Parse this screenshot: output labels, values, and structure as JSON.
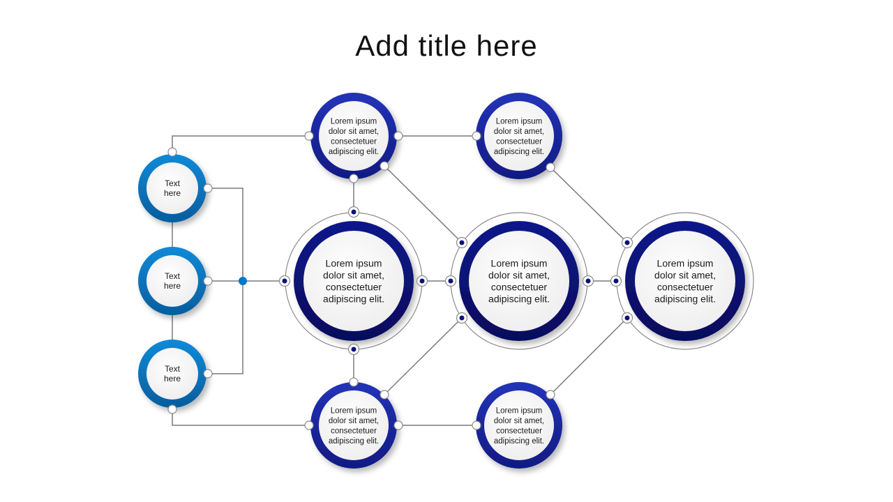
{
  "slide": {
    "title": "Add title here"
  },
  "colors": {
    "left_ring": "#0077c8",
    "mid_ring": "#1c2aa8",
    "big_ring": "#0b137a",
    "connector": "#7a7a7a",
    "junction_dot": "#0077c8",
    "node_fill": "#f3f3f3"
  },
  "nodes": {
    "left_top": [
      "Text",
      "here"
    ],
    "left_mid": [
      "Text",
      "here"
    ],
    "left_bottom": [
      "Text",
      "here"
    ],
    "top_a": [
      "Lorem ipsum",
      "dolor sit amet,",
      "consectetuer",
      "adipiscing elit."
    ],
    "top_b": [
      "Lorem ipsum",
      "dolor sit amet,",
      "consectetuer",
      "adipiscing elit."
    ],
    "big_a": [
      "Lorem ipsum",
      "dolor sit amet,",
      "consectetuer",
      "adipiscing elit."
    ],
    "big_b": [
      "Lorem ipsum",
      "dolor sit amet,",
      "consectetuer",
      "adipiscing elit."
    ],
    "big_c": [
      "Lorem ipsum",
      "dolor sit amet,",
      "consectetuer",
      "adipiscing elit."
    ],
    "bottom_a": [
      "Lorem ipsum",
      "dolor sit amet,",
      "consectetuer",
      "adipiscing elit."
    ],
    "bottom_b": [
      "Lorem ipsum",
      "dolor sit amet,",
      "consectetuer",
      "adipiscing elit."
    ]
  }
}
